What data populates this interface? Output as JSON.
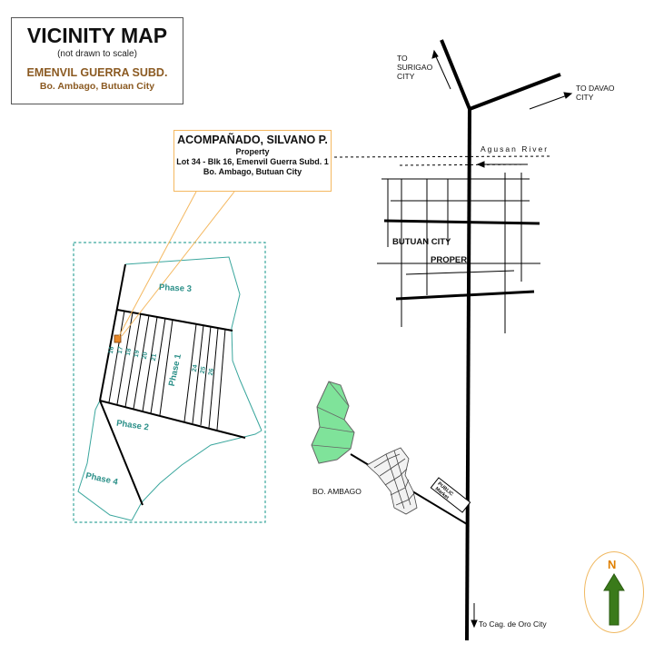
{
  "title": {
    "main": "VICINITY MAP",
    "note": "(not drawn to scale)",
    "subdivision": "EMENVIL GUERRA SUBD.",
    "location": "Bo. Ambago, Butuan City"
  },
  "property": {
    "owner": "ACOMPAÑADO, SILVANO P.",
    "line1": "Property",
    "line2": "Lot 34 - Blk 16, Emenvil Guerra Subd. 1",
    "line3": "Bo. Ambago, Butuan City"
  },
  "directions": {
    "surigao": [
      "TO",
      "SURIGAO",
      "CITY"
    ],
    "davao": [
      "TO DAVAO",
      "CITY"
    ],
    "cdo": "To  Cag. de Oro City"
  },
  "places": {
    "river": "Agusan   River",
    "city_line1": "BUTUAN CITY",
    "city_line2": "PROPER",
    "ambago": "BO.  AMBAGO",
    "market": [
      "PUBLIC",
      "Market"
    ]
  },
  "phases": [
    "Phase 3",
    "Phase 1",
    "Phase 2",
    "Phase 4"
  ],
  "lots_left": [
    "16",
    "17",
    "18",
    "19",
    "20",
    "21"
  ],
  "lots_right": [
    "24",
    "25",
    "26"
  ],
  "north": {
    "label": "N"
  },
  "colors": {
    "lot_line": "#3aa69d",
    "title_accent": "#8b5a22",
    "callout": "#f4b860",
    "park": "#7fe39a",
    "north_arrow": "#3a7a1a",
    "north_label": "#e08000",
    "subject_lot": "#e8892a"
  }
}
